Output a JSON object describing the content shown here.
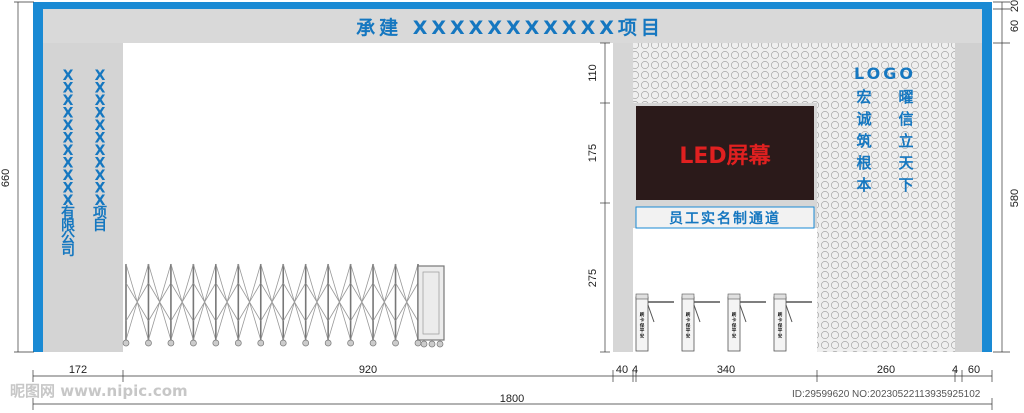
{
  "header": {
    "banner_text": "承建 XXXXXXXXXXX项目"
  },
  "left_pillar": {
    "col_company": [
      "X",
      "X",
      "X",
      "X",
      "X",
      "X",
      "X",
      "X",
      "X",
      "X",
      "X",
      "有",
      "限",
      "公",
      "司"
    ],
    "col_project": [
      "X",
      "X",
      "X",
      "X",
      "X",
      "X",
      "X",
      "X",
      "X",
      "X",
      "X",
      "项",
      "目"
    ]
  },
  "led": {
    "text": "LED屏幕",
    "background": "#2b1a1a",
    "text_color": "#e02020"
  },
  "channel": {
    "label": "员工实名制通道"
  },
  "logo_panel": {
    "logo_text": "LOGO",
    "left_column": [
      "宏",
      "诚",
      "筑",
      "根",
      "本"
    ],
    "right_column": [
      "曜",
      "信",
      "立",
      "天",
      "下"
    ]
  },
  "turnstile": {
    "sign_text": "刷卡保平安",
    "count": 4
  },
  "dimensions": {
    "left_vertical": "660",
    "right_top_small_a": "20",
    "right_top_small_b": "60",
    "right_vertical": "580",
    "middle_110": "110",
    "middle_175": "175",
    "middle_275": "275",
    "bottom_172": "172",
    "bottom_920": "920",
    "bottom_40": "40",
    "bottom_4a": "4",
    "bottom_340": "340",
    "bottom_260": "260",
    "bottom_4b": "4",
    "bottom_60": "60",
    "total_1800": "1800"
  },
  "watermark": {
    "site_text": "昵图网 www.nipic.com",
    "id_text": "ID:29599620 NO:20230522113935925102"
  },
  "colors": {
    "blue": "#1a8ad4",
    "text_blue": "#1577c0",
    "gray": "#d8d8d8",
    "dark_gray": "#bdbdbd"
  }
}
